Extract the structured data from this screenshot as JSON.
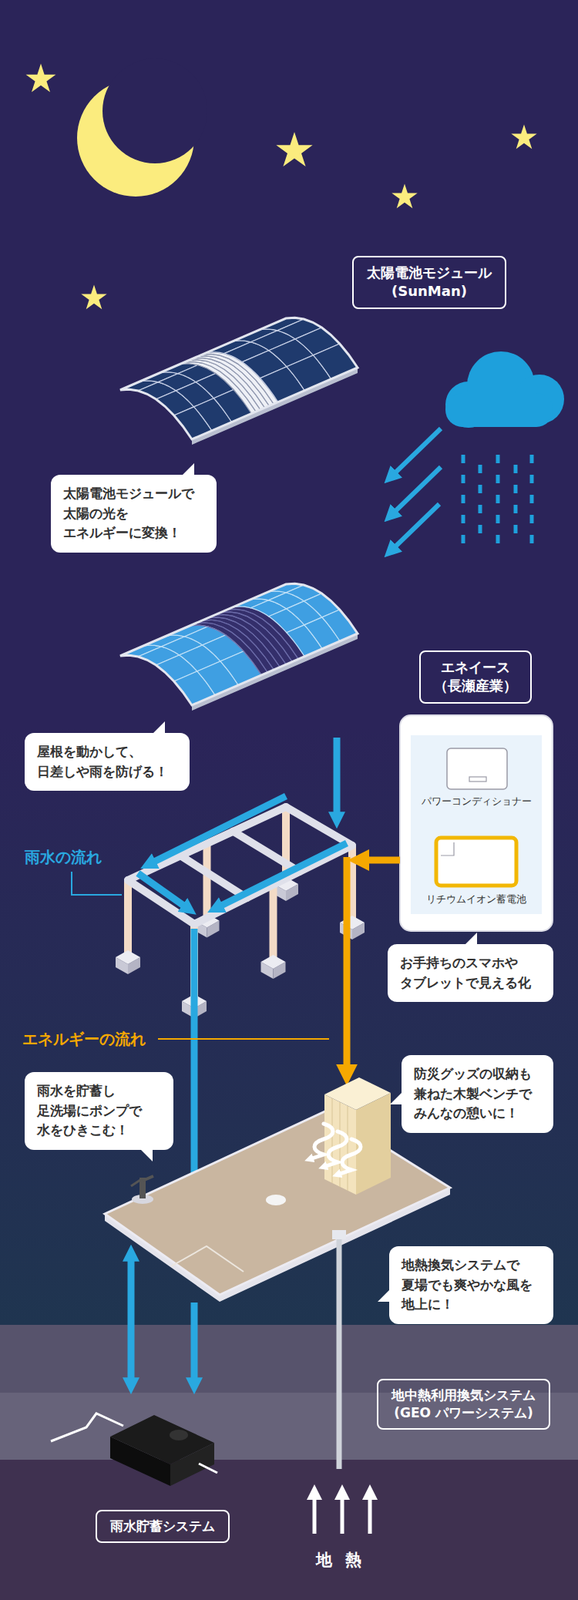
{
  "diagram": {
    "nodes": [
      {
        "text": [
          "太陽電池モジュール (SunMan)"
        ]
      },
      {
        "text": [
          "太陽電池モジュールで 太陽の光を エネルギーに変換！"
        ]
      },
      {
        "text": [
          "エネイース （長瀬産業）"
        ]
      },
      {
        "text": [
          "屋根を動かして、 日差しや雨を防げる！"
        ]
      },
      {
        "text": [
          "パワーコンディショナー"
        ]
      },
      {
        "text": [
          "リチウムイオン蓄電池"
        ]
      },
      {
        "text": [
          "お手持ちのスマホや タブレットで見える化"
        ]
      },
      {
        "text": [
          "雨水を貯蓄し 足洗場にポンプで 水をひきこむ！"
        ]
      },
      {
        "text": [
          "防災グッズの収納も 兼ねた木製ベンチで みんなの憩いに！"
        ]
      },
      {
        "text": [
          "地熱換気システムで 夏場でも爽やかな風を 地上に！"
        ]
      },
      {
        "text": [
          "地中熱利用換気システム (GEO パワーシステム)"
        ]
      },
      {
        "text": [
          "雨水貯蓄システム"
        ]
      }
    ],
    "labels": [
      "雨水の流れ",
      "エネルギーの流れ",
      "地熱"
    ]
  }
}
